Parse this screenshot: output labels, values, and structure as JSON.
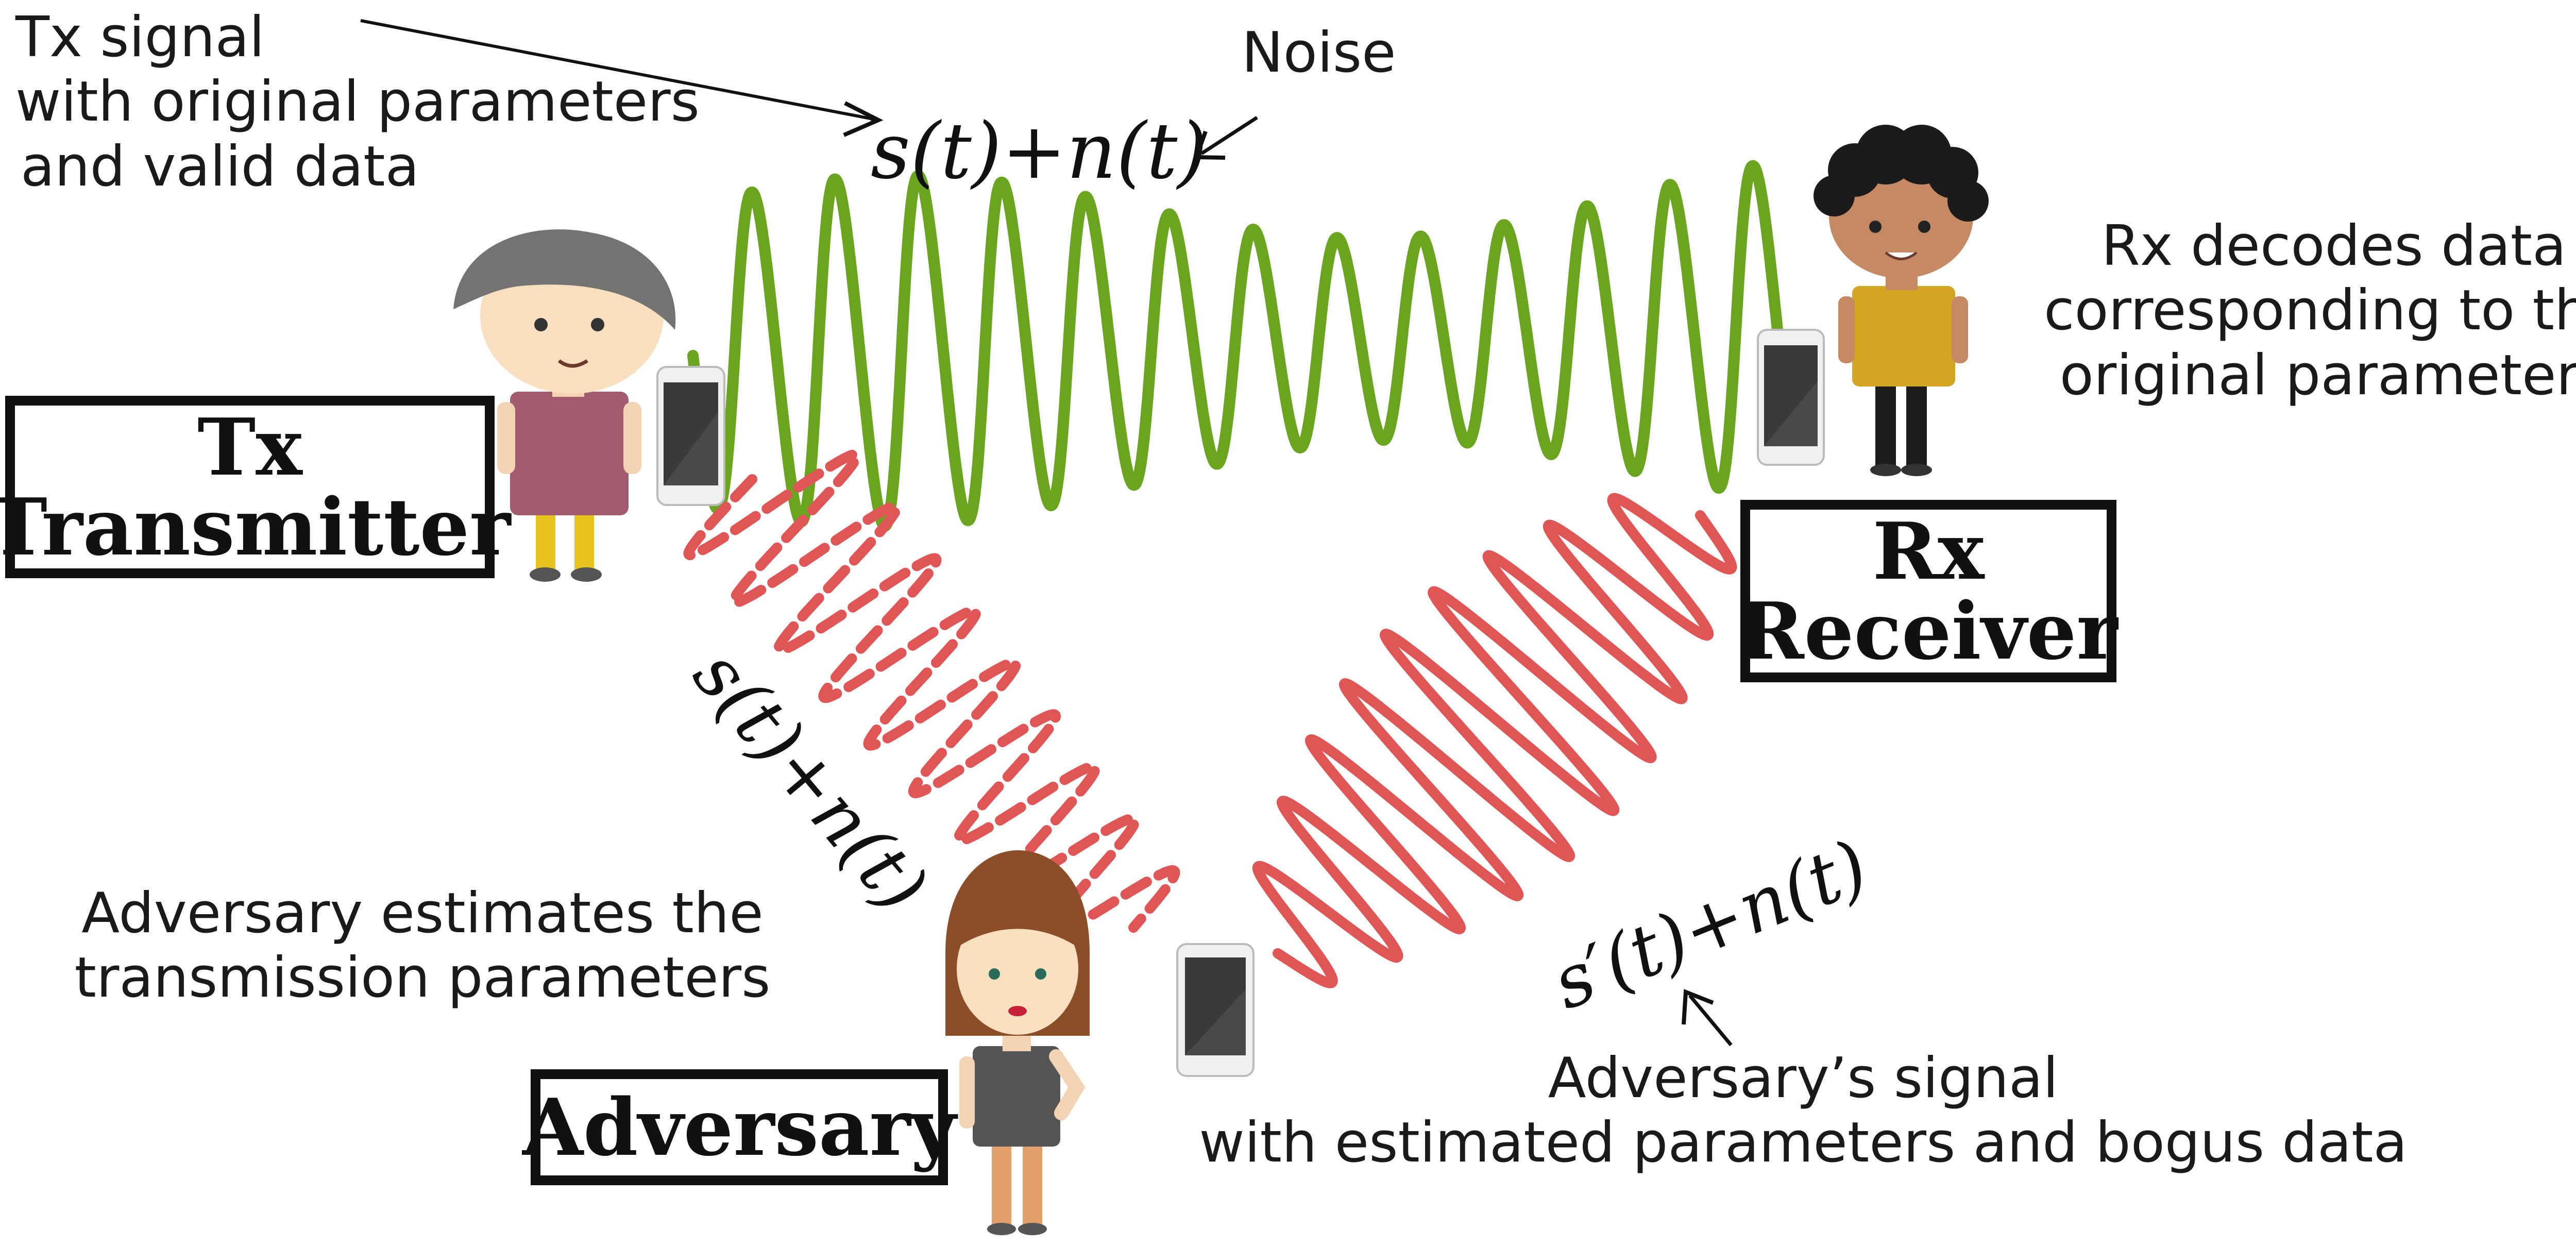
{
  "labels": {
    "tx_signal": [
      "Tx signal",
      "with original parameters",
      "and valid data"
    ],
    "noise": "Noise",
    "rx_decodes": [
      "Rx decodes data",
      "corresponding to the",
      "original parameters"
    ],
    "adversary_estimates": [
      "Adversary estimates the",
      "transmission parameters"
    ],
    "adversary_signal": [
      "Adversary’s signal",
      "with estimated parameters and bogus data"
    ]
  },
  "boxes": {
    "tx": [
      "Tx",
      "Transmitter"
    ],
    "rx": [
      "Rx",
      "Receiver"
    ],
    "adversary": [
      "Adversary"
    ]
  },
  "equations": {
    "top": "s(t)+n(t)",
    "left": "s(t)+n(t)",
    "right": "s′(t)+n(t)"
  },
  "colors": {
    "legit_wave": "#6aa51f",
    "adversary_wave": "#e05555",
    "box_border": "#111111"
  }
}
